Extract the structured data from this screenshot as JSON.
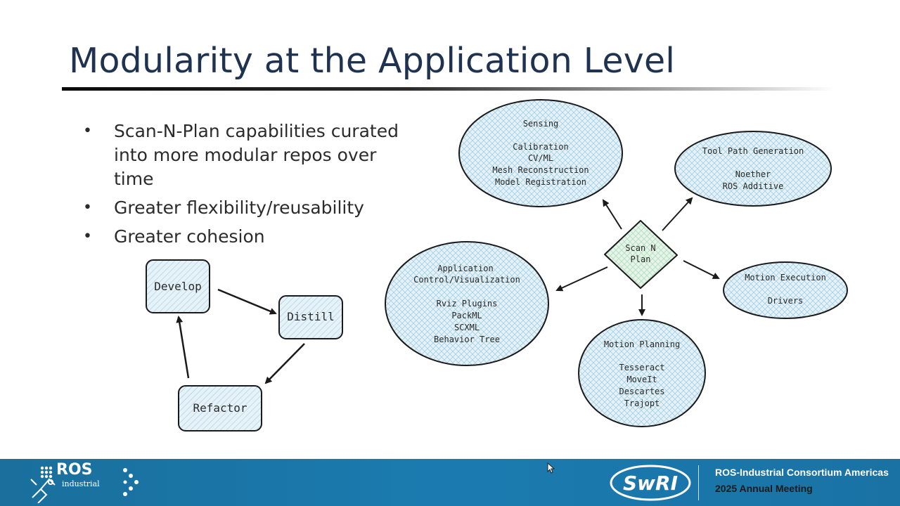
{
  "slide": {
    "title": "Modularity at the Application Level",
    "bullets": [
      "Scan-N-Plan capabilities curated into more modular repos over time",
      "Greater flexibility/reusability",
      "Greater cohesion"
    ]
  },
  "cycle": {
    "develop": "Develop",
    "distill": "Distill",
    "refactor": "Refactor"
  },
  "hub": {
    "line1": "Scan N",
    "line2": "Plan"
  },
  "nodes": {
    "sensing": {
      "title": "Sensing",
      "items": [
        "Calibration",
        "CV/ML",
        "Mesh Reconstruction",
        "Model Registration"
      ]
    },
    "toolpath": {
      "title": "Tool Path Generation",
      "items": [
        "Noether",
        "ROS Additive"
      ]
    },
    "application": {
      "title1": "Application",
      "title2": "Control/Visualization",
      "items": [
        "Rviz Plugins",
        "PackML",
        "SCXML",
        "Behavior Tree"
      ]
    },
    "motion_exec": {
      "title": "Motion Execution",
      "items": [
        "Drivers"
      ]
    },
    "motion_plan": {
      "title": "Motion Planning",
      "items": [
        "Tesseract",
        "MoveIt",
        "Descartes",
        "Trajopt"
      ]
    }
  },
  "footer": {
    "ros_logo_text": "ROS",
    "ros_logo_sub": "industrial",
    "swri_logo_text": "SwRI",
    "consortium": "ROS-Industrial Consortium Americas",
    "meeting": "2025 Annual Meeting"
  },
  "colors": {
    "title": "#1f3350",
    "footer": "#1b7bb0",
    "bubble_fill": "#dceef5",
    "hub_fill": "#dff3e4"
  }
}
